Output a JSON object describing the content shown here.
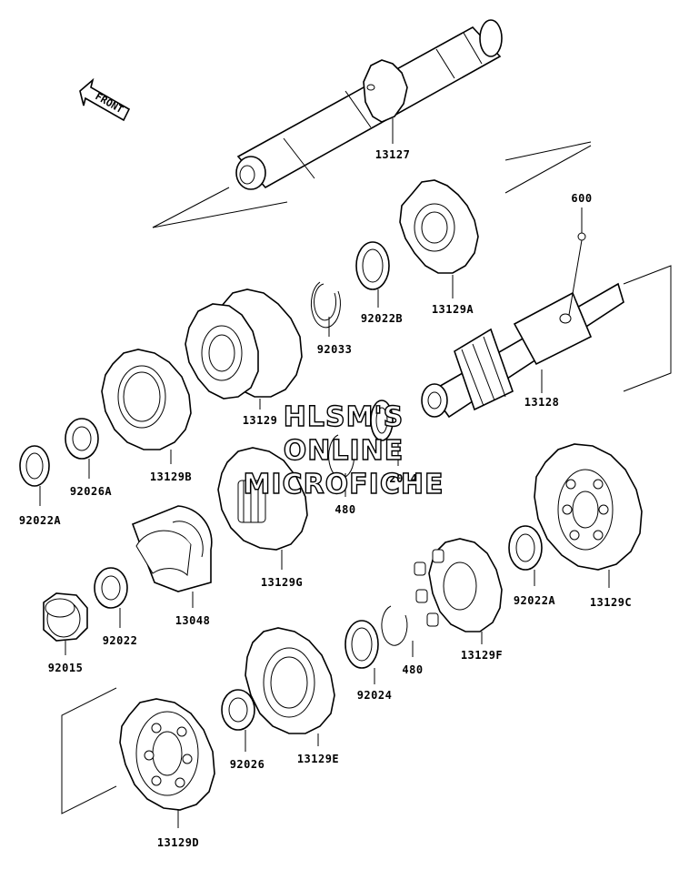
{
  "parts": {
    "p13127": "13127",
    "p13128": "13128",
    "p600": "600",
    "p13129A": "13129A",
    "p92022B": "92022B",
    "p92033": "92033",
    "p13129": "13129",
    "p13129B": "13129B",
    "p92026A": "92026A",
    "p92022A_left": "92022A",
    "p92024_top": "92024",
    "p480_top": "480",
    "p13129G": "13129G",
    "p13048": "13048",
    "p92022": "92022",
    "p92015": "92015",
    "p13129C": "13129C",
    "p92022A_right": "92022A",
    "p13129F": "13129F",
    "p480_bottom": "480",
    "p92024_bottom": "92024",
    "p13129E": "13129E",
    "p92026": "92026",
    "p13129D": "13129D"
  },
  "front_label": "FRONT",
  "watermark": {
    "line1": "HLSM'S",
    "line2": "ONLINE",
    "line3": "MICROFICHE"
  }
}
